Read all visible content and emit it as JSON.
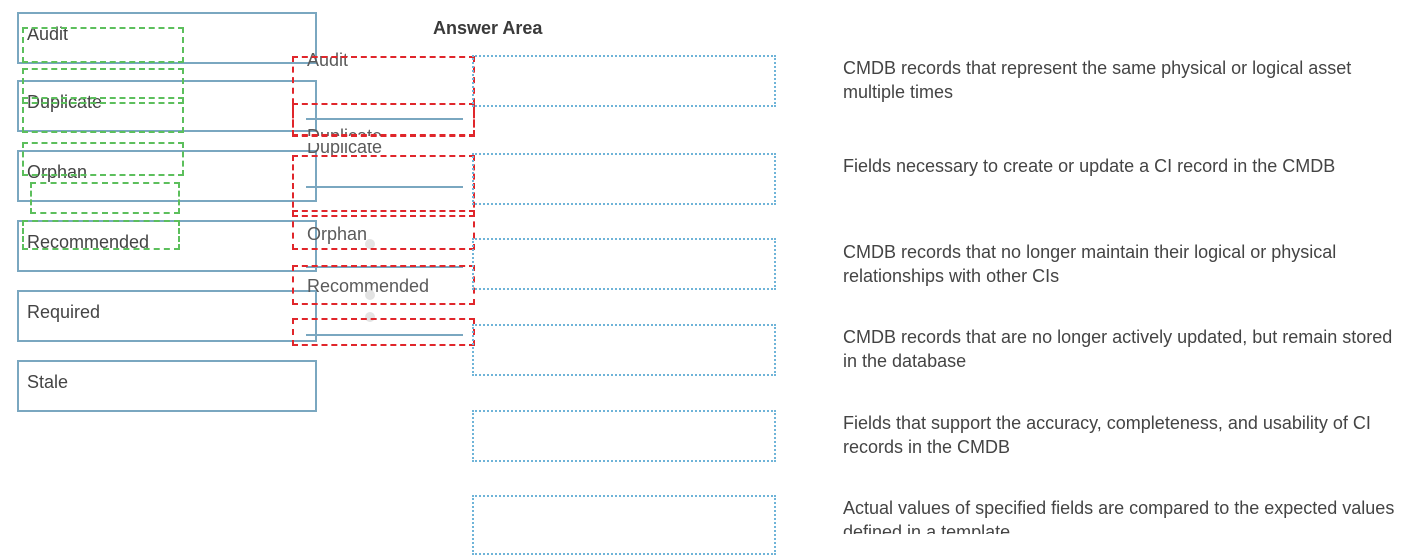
{
  "left_items": [
    {
      "label": "Audit"
    },
    {
      "label": "Duplicate"
    },
    {
      "label": "Orphan"
    },
    {
      "label": "Recommended"
    },
    {
      "label": "Required"
    },
    {
      "label": "Stale"
    }
  ],
  "answer_area": {
    "title": "Answer Area"
  },
  "dragged_ghosts": [
    {
      "label": "Audit"
    },
    {
      "label": "Duplicate"
    },
    {
      "label": "Orphan"
    },
    {
      "label": "Recommended"
    }
  ],
  "descriptions": [
    {
      "text": "CMDB records that represent the same physical or logical asset multiple times"
    },
    {
      "text": "Fields necessary to create or update a CI record in the CMDB"
    },
    {
      "text": "CMDB records that no longer maintain their logical or physical relationships with other CIs"
    },
    {
      "text": "CMDB records that are no longer actively updated, but remain stored in the database"
    },
    {
      "text": "Fields that support the accuracy, completeness, and usability of CI records in the CMDB"
    },
    {
      "text": "Actual values of specified fields are compared to the expected values defined in a template"
    }
  ],
  "colors": {
    "item_border": "#7aa7c0",
    "drop_border": "#6fb4d8",
    "red_dash": "#e0262b",
    "green_dash": "#5cbf5c"
  }
}
